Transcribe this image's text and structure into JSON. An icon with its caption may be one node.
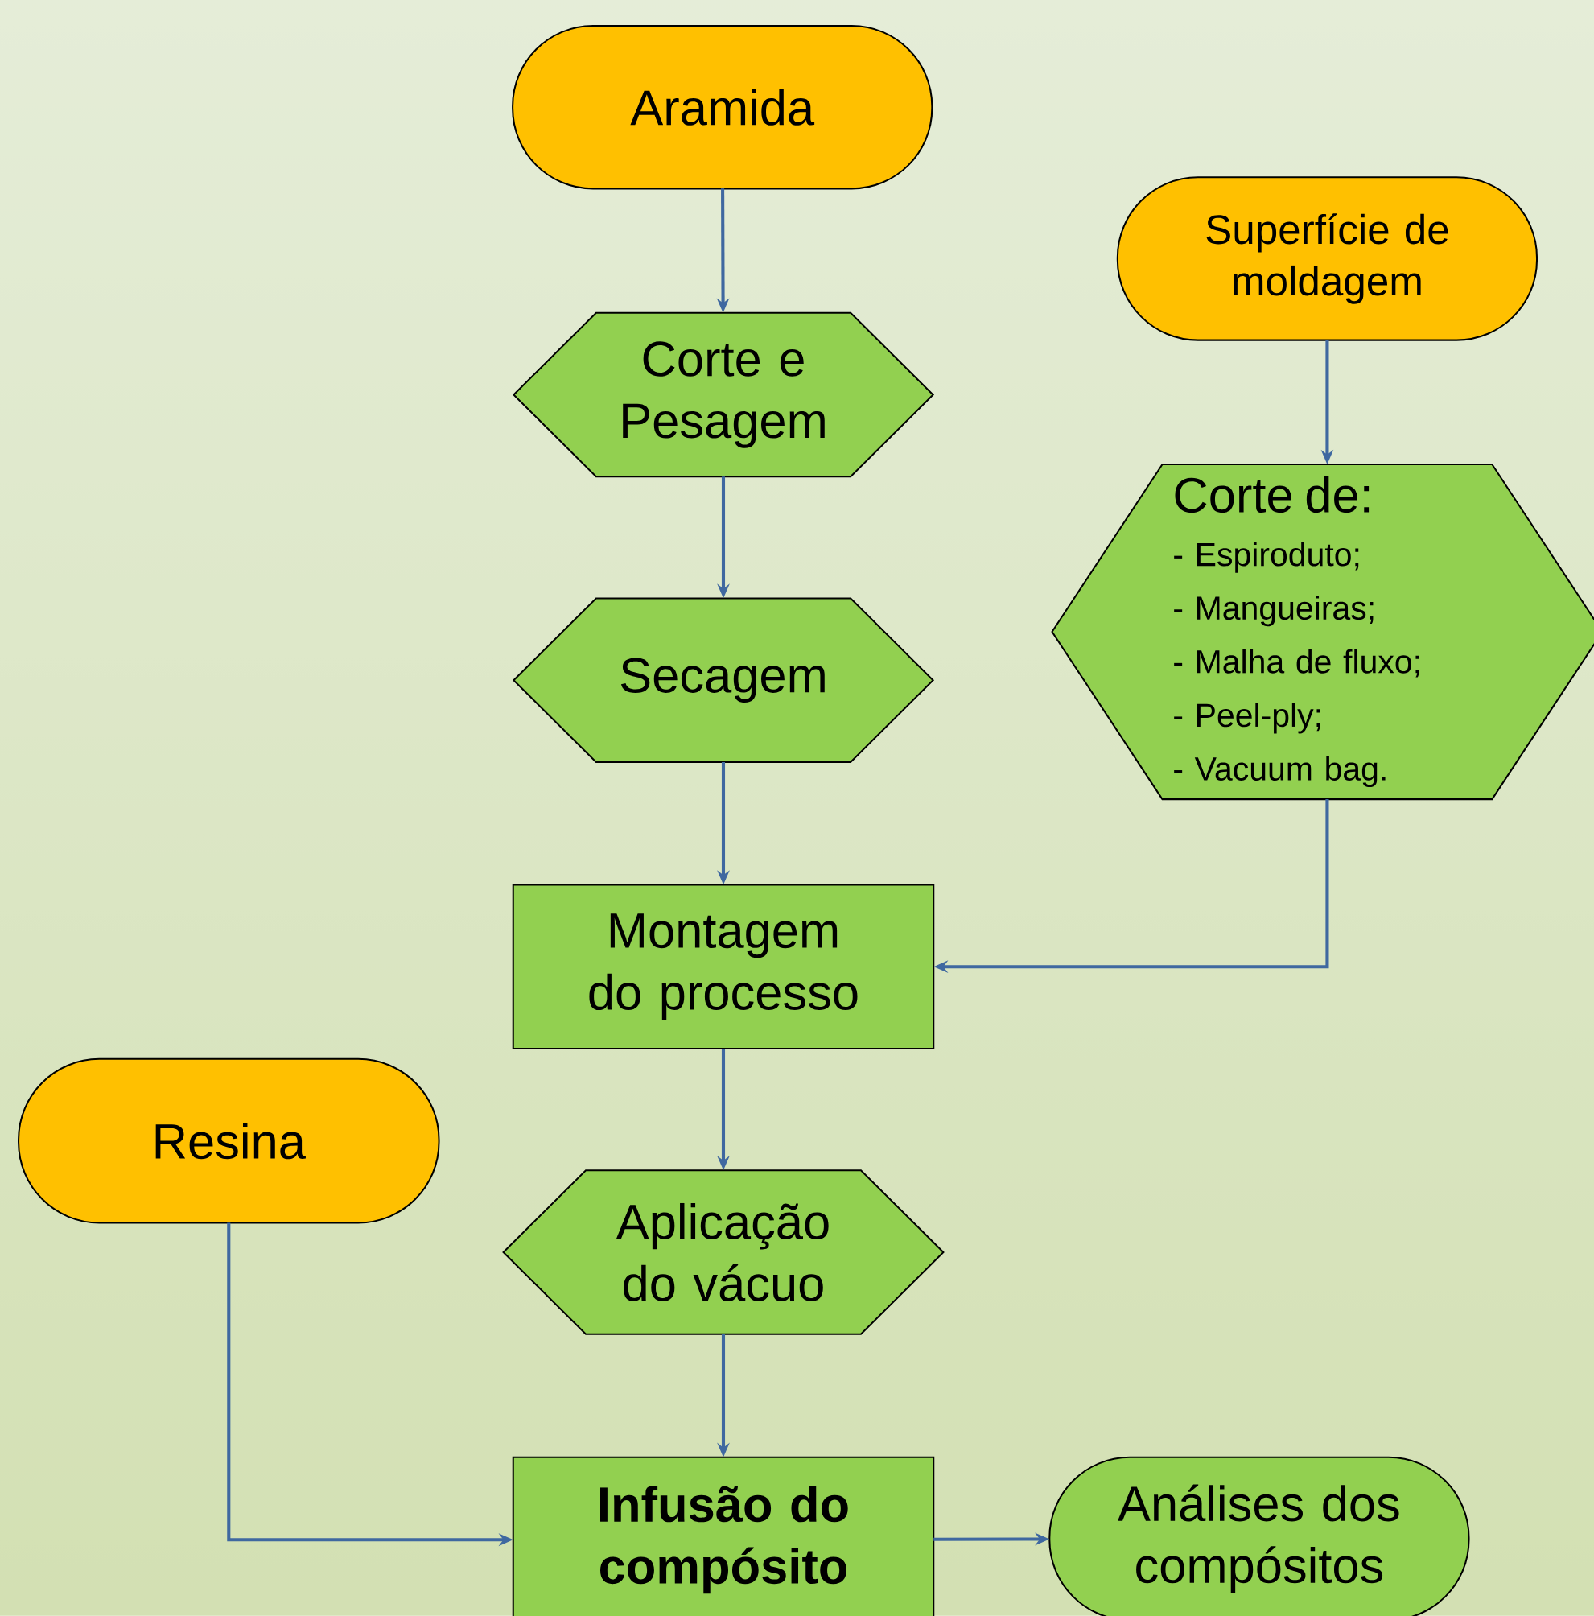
{
  "diagram": {
    "nodes": [
      {
        "text": [
          "Aramida"
        ]
      },
      {
        "text": [
          "Superfície de moldagem"
        ]
      },
      {
        "text": [
          "Corte e Pesagem"
        ]
      },
      {
        "text": [
          "Corte de:",
          "- Espiroduto;",
          "- Mangueiras;",
          "- Malha de fluxo;",
          "- Peel-ply;",
          "- Vacuum bag."
        ]
      },
      {
        "text": [
          "Secagem"
        ]
      },
      {
        "text": [
          "Montagem do processo"
        ]
      },
      {
        "text": [
          "Resina"
        ]
      },
      {
        "text": [
          "Aplicação do vácuo"
        ]
      },
      {
        "text": [
          "Infusão do compósito"
        ]
      },
      {
        "text": [
          "Análises dos compósitos"
        ]
      }
    ],
    "edges": [
      {
        "from": 0,
        "to": 2,
        "arrow": "to"
      },
      {
        "from": 2,
        "to": 4,
        "arrow": "to"
      },
      {
        "from": 4,
        "to": 5,
        "arrow": "to"
      },
      {
        "from": 1,
        "to": 3,
        "arrow": "to"
      },
      {
        "from": 3,
        "to": 5,
        "arrow": "to"
      },
      {
        "from": 5,
        "to": 7,
        "arrow": "to"
      },
      {
        "from": 7,
        "to": 8,
        "arrow": "to"
      },
      {
        "from": 6,
        "to": 8,
        "arrow": "to"
      },
      {
        "from": 8,
        "to": 9,
        "arrow": "to"
      }
    ]
  }
}
